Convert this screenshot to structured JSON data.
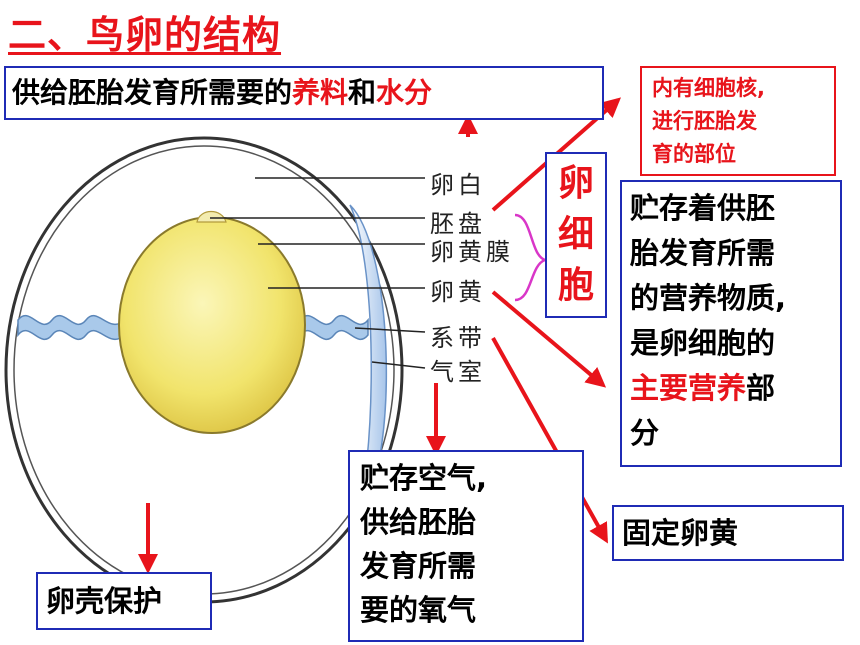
{
  "title": "二、鸟卵的结构",
  "top_box": {
    "t1": "供给胚胎发育所需要的",
    "t2": "养料",
    "t3": "和",
    "t4": "水分"
  },
  "nucleus_box": {
    "line1": "内有细胞核,",
    "line2": "进行胚胎发",
    "line3": "育的部位"
  },
  "egg_cell": {
    "c1": "卵",
    "c2": "细",
    "c3": "胞"
  },
  "yolk_box": {
    "l1": "贮存着供胚",
    "l2": "胎发育所需",
    "l3": "的营养物质,",
    "l4": "是卵细胞的",
    "l5a": "主要营养",
    "l5b": "部",
    "l6": "分"
  },
  "air_box": {
    "l1": "贮存空气,",
    "l2": "供给胚胎",
    "l3": "发育所需",
    "l4": "要的氧气"
  },
  "chalaza_box": {
    "text": "固定卵黄"
  },
  "shell_box": {
    "text": "卵壳保护"
  },
  "labels": {
    "albumen": "卵白",
    "germinal_disc": "胚盘",
    "yolk_membrane": "卵黄膜",
    "yolk": "卵黄",
    "chalaza": "系带",
    "air_cell": "气室"
  },
  "colors": {
    "red": "#e8141b",
    "blue_border": "#1f2bb5",
    "yolk": "#f3e87a",
    "air_cell": "#bcd4ef",
    "chalaza": "#a9c9ea",
    "bracket": "#d936c8"
  }
}
